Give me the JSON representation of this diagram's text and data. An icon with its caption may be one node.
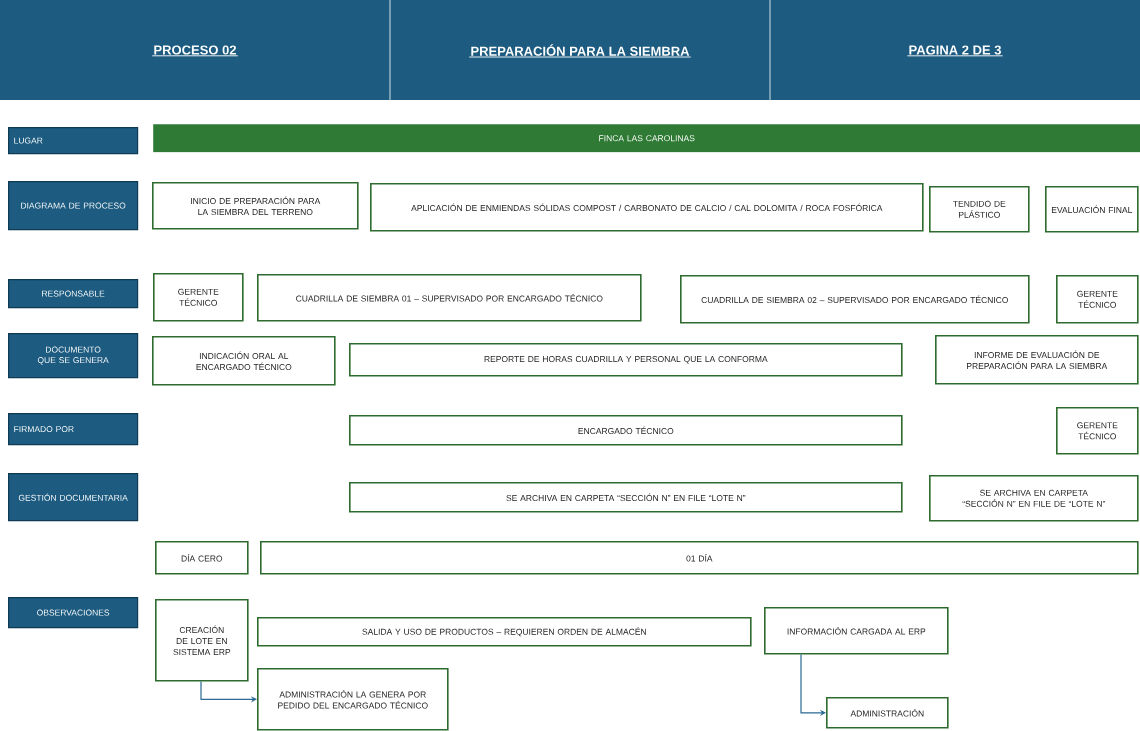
{
  "diagram": {
    "nodes": [
      {
        "text": [
          "PROCESO 02"
        ]
      },
      {
        "text": [
          "PREPARACIÓN PARA LA SIEMBRA"
        ]
      },
      {
        "text": [
          "PAGINA 2 DE 3"
        ]
      },
      {
        "text": [
          "LUGAR"
        ]
      },
      {
        "text": [
          "FINCA LAS CAROLINAS"
        ]
      },
      {
        "text": [
          "DIAGRAMA DE PROCESO"
        ]
      },
      {
        "text": [
          "INICIO DE PREPARACIÓN PARA LA SIEMBRA DEL TERRENO"
        ]
      },
      {
        "text": [
          "APLICACIÓN DE ENMIENDAS SÓLIDAS COMPOST / CARBONATO DE CALCIO / CAL DOLOMITA / ROCA FOSFÓRICA"
        ]
      },
      {
        "text": [
          "TENDIDO DE PLÁSTICO"
        ]
      },
      {
        "text": [
          "EVALUACIÓN FINAL"
        ]
      },
      {
        "text": [
          "RESPONSABLE"
        ]
      },
      {
        "text": [
          "GERENTE TÉCNICO"
        ]
      },
      {
        "text": [
          "CUADRILLA DE SIEMBRA 01 – SUPERVISADO POR ENCARGADO TÉCNICO"
        ]
      },
      {
        "text": [
          "CUADRILLA DE SIEMBRA 02 – SUPERVISADO POR ENCARGADO TÉCNICO"
        ]
      },
      {
        "text": [
          "GERENTE TÉCNICO"
        ]
      },
      {
        "text": [
          "DOCUMENTO QUE SE GENERA"
        ]
      },
      {
        "text": [
          "INDICACIÓN ORAL AL ENCARGADO TÉCNICO"
        ]
      },
      {
        "text": [
          "REPORTE DE HORAS CUADRILLA Y PERSONAL QUE LA CONFORMA"
        ]
      },
      {
        "text": [
          "INFORME DE EVALUACIÓN DE PREPARACIÓN PARA LA SIEMBRA"
        ]
      },
      {
        "text": [
          "FIRMADO POR"
        ]
      },
      {
        "text": [
          "ENCARGADO TÉCNICO"
        ]
      },
      {
        "text": [
          "GERENTE TÉCNICO"
        ]
      },
      {
        "text": [
          "GESTIÓN DOCUMENTARIA"
        ]
      },
      {
        "text": [
          "SE ARCHIVA EN CARPETA “SECCIÓN N” EN FILE “LOTE N”"
        ]
      },
      {
        "text": [
          "SE ARCHIVA EN CARPETA “SECCIÓN N” EN FILE DE “LOTE N”"
        ]
      },
      {
        "text": [
          "DÍA CERO"
        ]
      },
      {
        "text": [
          "01 DÍA"
        ]
      },
      {
        "text": [
          "OBSERVACIONES"
        ]
      },
      {
        "text": [
          "CREACIÓN DE LOTE EN SISTEMA ERP"
        ]
      },
      {
        "text": [
          "SALIDA Y USO DE PRODUCTOS – REQUIEREN ORDEN DE ALMACÉN"
        ]
      },
      {
        "text": [
          "ADMINISTRACIÓN LA GENERA POR PEDIDO DEL ENCARGADO TÉCNICO"
        ]
      },
      {
        "text": [
          "INFORMACIÓN CARGADA AL ERP"
        ]
      },
      {
        "text": [
          "ADMINISTRACIÓN"
        ]
      }
    ],
    "edges": [
      {
        "from": 28,
        "to": 30,
        "arrow": "to"
      },
      {
        "from": 31,
        "to": 32,
        "arrow": "to"
      }
    ]
  }
}
